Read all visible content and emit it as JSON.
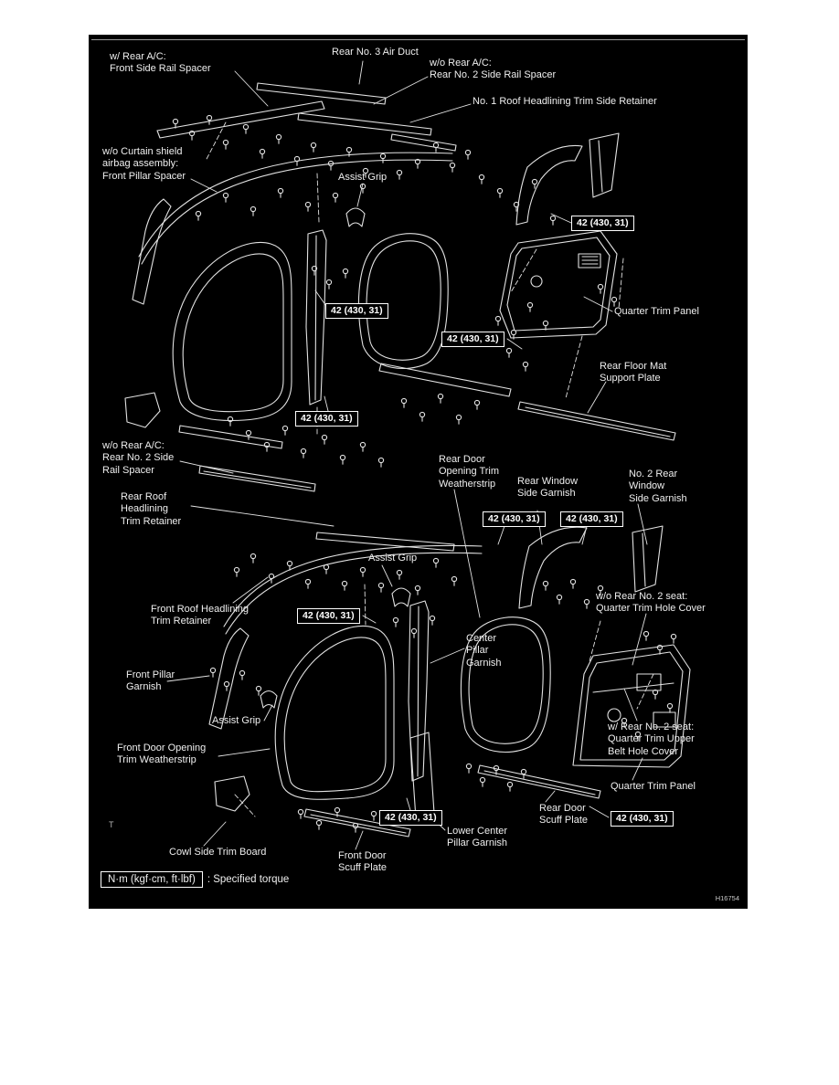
{
  "figure": {
    "id_code": "H16754",
    "corner_mark": "T"
  },
  "torque": {
    "value": "42 (430, 31)",
    "legend_unit": "N·m (kgf·cm, ft·lbf)",
    "legend_desc": ": Specified torque"
  },
  "labels": {
    "front_side_rail_spacer": "w/ Rear A/C:\nFront Side Rail Spacer",
    "rear_no3_air_duct": "Rear No. 3 Air Duct",
    "rear_no2_side_rail_spacer_top": "w/o Rear A/C:\nRear No. 2 Side Rail Spacer",
    "no1_roof_headlining_trim_side_retainer": "No. 1 Roof Headlining Trim Side Retainer",
    "front_pillar_spacer": "w/o Curtain shield\nairbag assembly:\nFront Pillar Spacer",
    "assist_grip_top": "Assist Grip",
    "quarter_trim_panel_top": "Quarter Trim Panel",
    "rear_floor_mat_support_plate": "Rear Floor Mat\nSupport Plate",
    "rear_no2_side_rail_spacer_mid": "w/o Rear A/C:\nRear No. 2 Side\nRail Spacer",
    "rear_roof_headlining_trim_retainer": "Rear Roof\nHeadlining\nTrim Retainer",
    "rear_door_opening_trim_weatherstrip": "Rear Door\nOpening Trim\nWeatherstrip",
    "rear_window_side_garnish": "Rear Window\nSide Garnish",
    "no2_rear_window_side_garnish": "No. 2 Rear\nWindow\nSide Garnish",
    "assist_grip_mid": "Assist Grip",
    "front_roof_headlining_trim_retainer": "Front Roof Headlining\nTrim Retainer",
    "quarter_trim_hole_cover": "w/o Rear No. 2 seat:\nQuarter Trim Hole Cover",
    "center_pillar_garnish": "Center\nPillar\nGarnish",
    "front_pillar_garnish": "Front Pillar\nGarnish",
    "assist_grip_bottom": "Assist Grip",
    "front_door_opening_trim_weatherstrip": "Front Door Opening\nTrim Weatherstrip",
    "quarter_trim_upper_belt_hole_cover": "w/ Rear No. 2 seat:\nQuarter Trim Upper\nBelt Hole Cover",
    "quarter_trim_panel_bottom": "Quarter Trim Panel",
    "rear_door_scuff_plate": "Rear Door\nScuff Plate",
    "lower_center_pillar_garnish": "Lower Center\nPillar Garnish",
    "cowl_side_trim_board": "Cowl Side Trim Board",
    "front_door_scuff_plate": "Front Door\nScuff Plate"
  }
}
